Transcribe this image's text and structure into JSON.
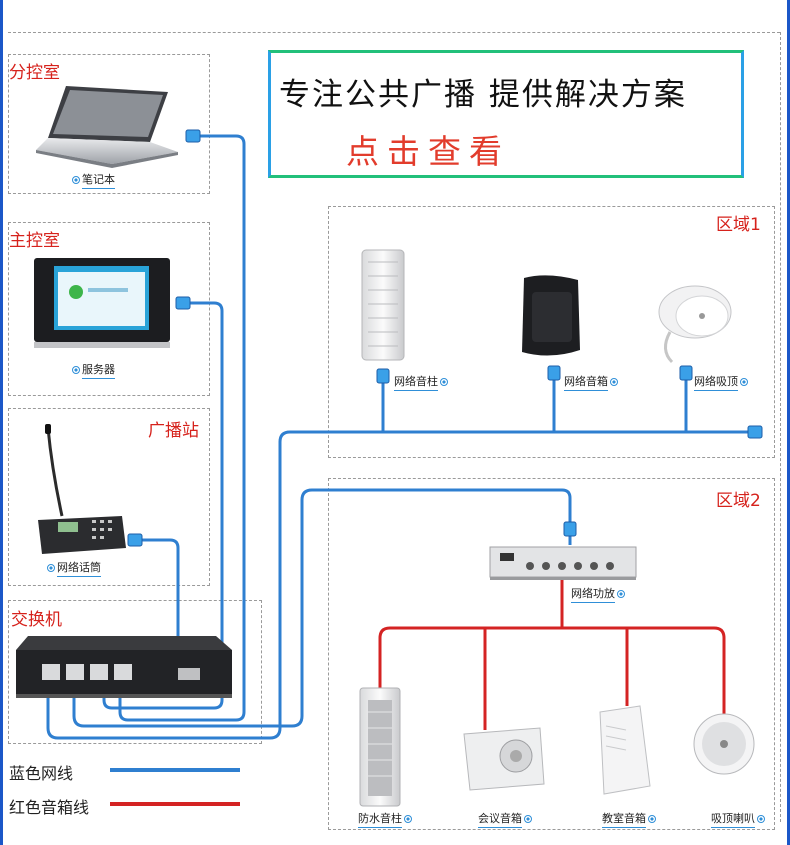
{
  "banner": {
    "headline": "专注公共广播  提供解决方案",
    "cta": "点击查看"
  },
  "rooms": {
    "branch": "分控室",
    "main": "主控室",
    "station": "广播站",
    "switch": "交换机",
    "zone1": "区域1",
    "zone2": "区域2"
  },
  "devices": {
    "laptop": "笔记本",
    "server": "服务器",
    "mic_station": "网络话筒",
    "net_column": "网络音柱",
    "net_box": "网络音箱",
    "net_ceiling": "网络吸顶",
    "net_amp": "网络功放",
    "waterproof_column": "防水音柱",
    "meeting_box": "会议音箱",
    "classroom_box": "教室音箱",
    "ceiling_horn": "吸顶喇叭"
  },
  "legend": {
    "blue": "蓝色网线",
    "red": "红色音箱线"
  },
  "colors": {
    "blue_cable": "#2f7fd0",
    "red_cable": "#d42323",
    "room_label": "#d6221c",
    "cta": "#e23c2c",
    "frame": "#1b57c8"
  }
}
